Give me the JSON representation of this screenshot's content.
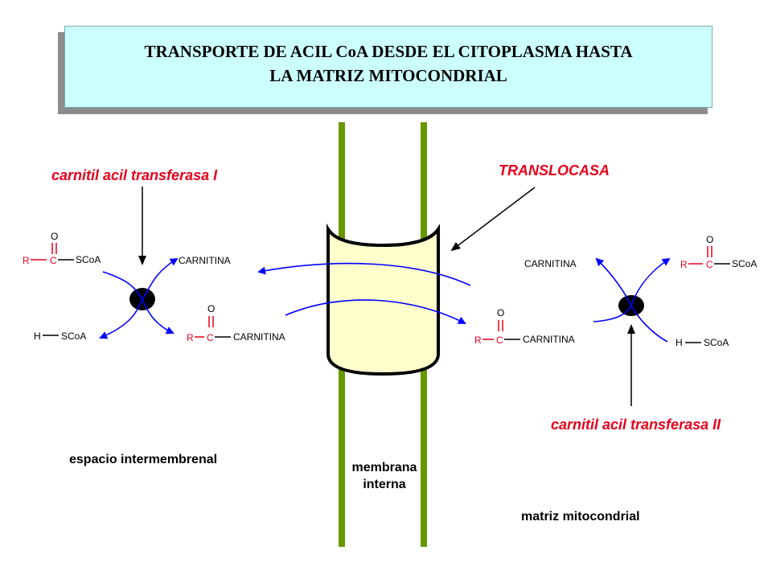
{
  "title": {
    "line1": "TRANSPORTE  DE  ACIL CoA  DESDE EL CITOPLASMA HASTA",
    "line2": "LA  MATRIZ  MITOCONDRIAL"
  },
  "enzymes": {
    "cat1": "carnitil  acil  transferasa I",
    "cat2": "carnitil  acil  transferasa  II",
    "translocase": "TRANSLOCASA"
  },
  "regions": {
    "intermembrane": "espacio  intermembrenal",
    "membrane_line1": "membrana",
    "membrane_line2": "interna",
    "matrix": "matriz  mitocondrial"
  },
  "chem": {
    "R": "R",
    "C": "C",
    "O": "O",
    "H": "H",
    "SCoA": "SCoA",
    "CARNITINA": "CARNITINA"
  },
  "colors": {
    "membrane": "#669900",
    "translocase_fill": "#ffffcc",
    "arrow_blue": "#0000ff",
    "enzyme_red": "#e8001c",
    "title_bg": "#ccffff"
  }
}
